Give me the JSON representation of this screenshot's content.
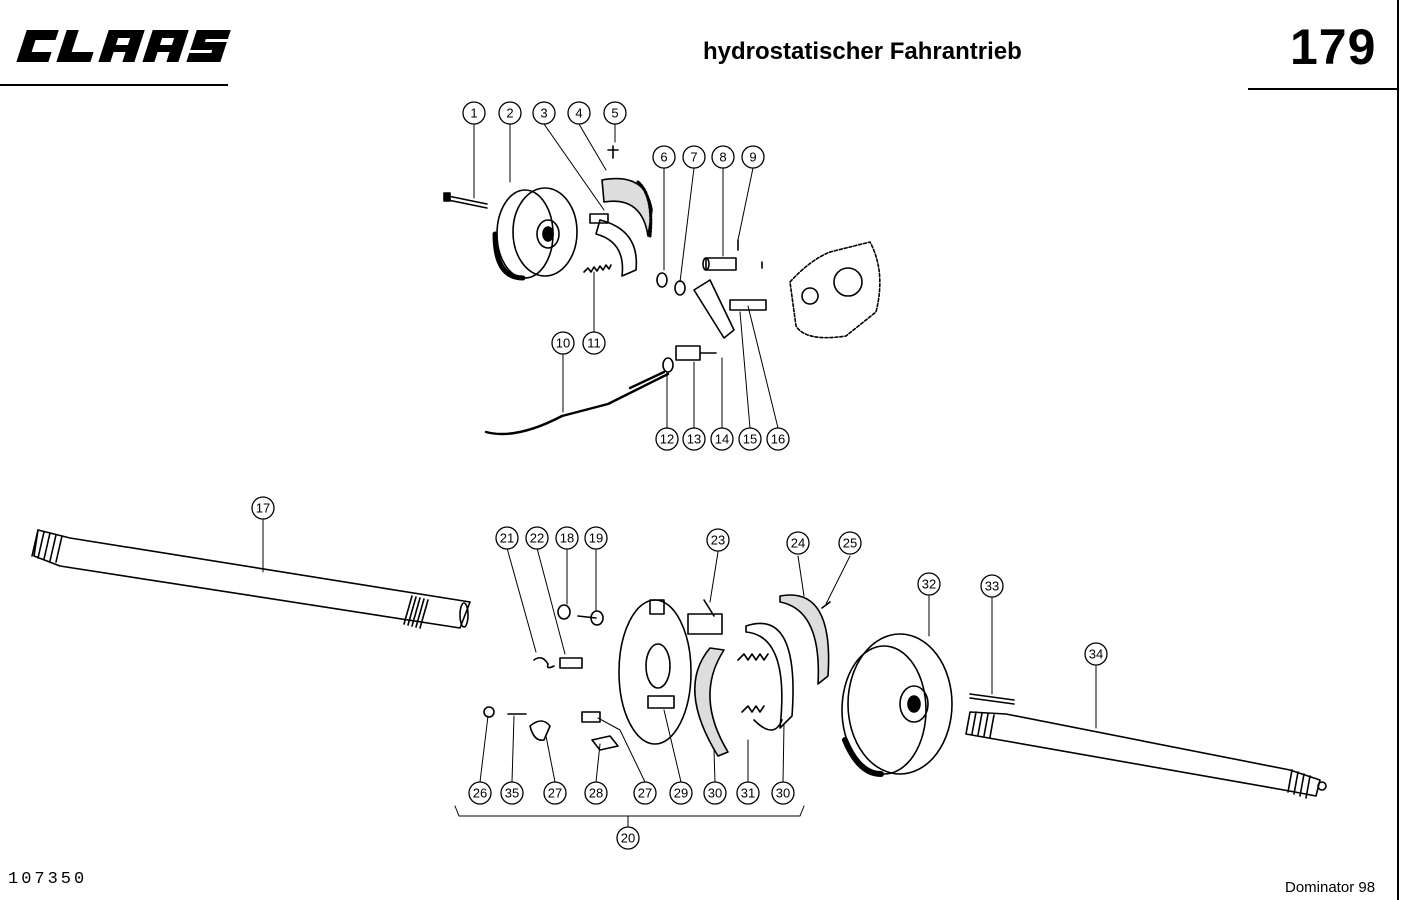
{
  "header": {
    "brand": "CLAAS",
    "title": "hydrostatischer Fahrantrieb",
    "page_number": "179"
  },
  "footer": {
    "document_number": "107350",
    "model": "Dominator 98"
  },
  "callouts": [
    "1",
    "2",
    "3",
    "4",
    "5",
    "6",
    "7",
    "8",
    "9",
    "10",
    "11",
    "12",
    "13",
    "14",
    "15",
    "16",
    "17",
    "18",
    "19",
    "20",
    "21",
    "22",
    "23",
    "24",
    "25",
    "26",
    "35",
    "27",
    "28",
    "27",
    "29",
    "30",
    "31",
    "30",
    "32",
    "33",
    "34"
  ]
}
